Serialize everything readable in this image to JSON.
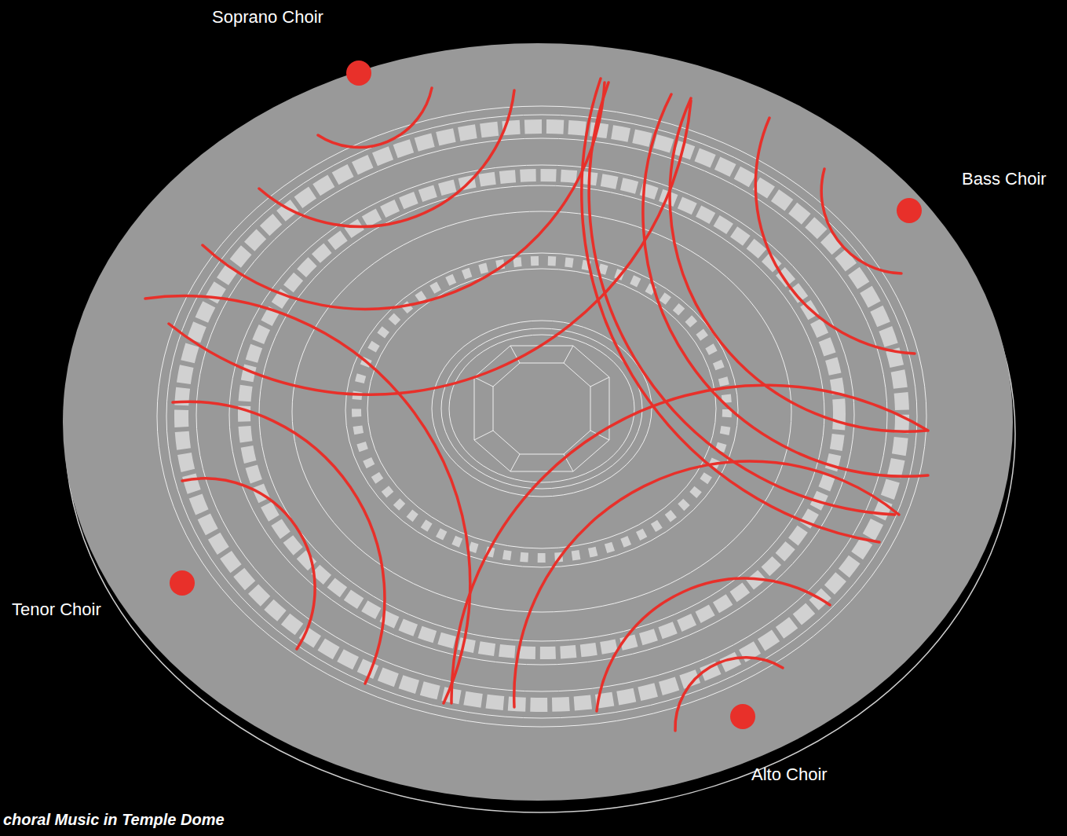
{
  "diagram": {
    "caption": "choral Music in Temple Dome",
    "labels": [
      "Soprano Choir",
      "Bass Choir",
      "Tenor Choir",
      "Alto Choir"
    ]
  }
}
